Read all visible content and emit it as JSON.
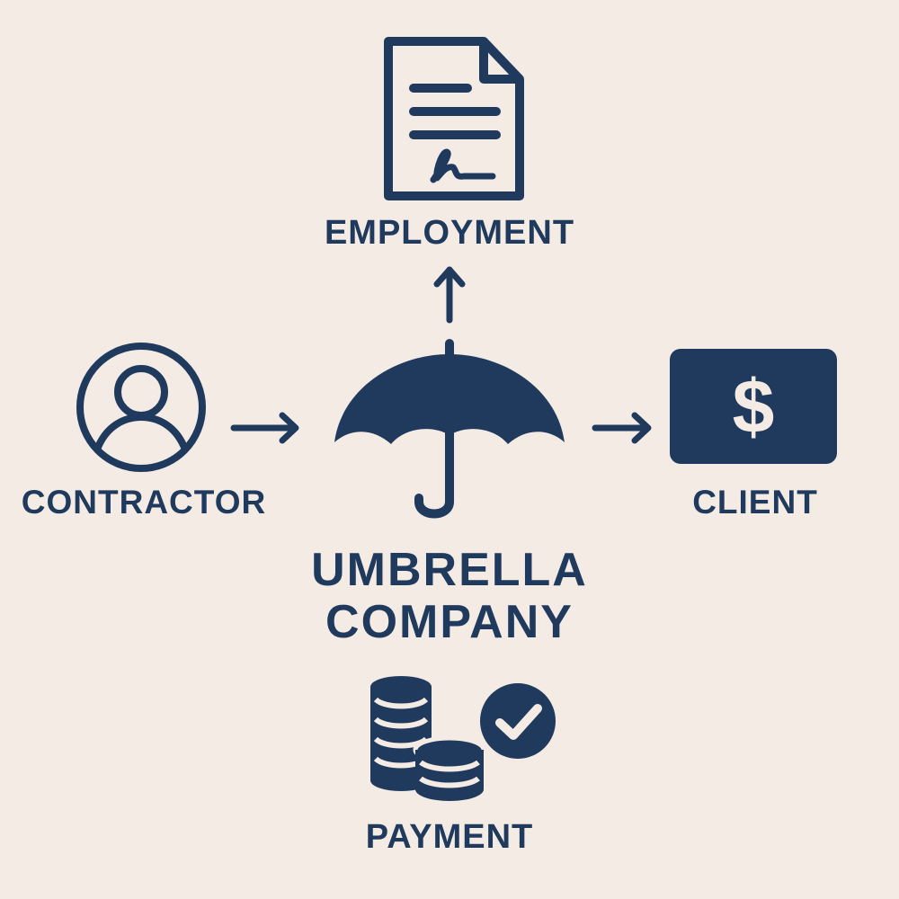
{
  "diagram": {
    "title": "Umbrella Company",
    "nodes": {
      "employment": {
        "label": "EMPLOYMENT",
        "icon": "contract-document-icon"
      },
      "contractor": {
        "label": "CONTRACTOR",
        "icon": "user-circle-icon"
      },
      "umbrella": {
        "label_line1": "UMBRELLA",
        "label_line2": "COMPANY",
        "icon": "umbrella-icon"
      },
      "client": {
        "label": "CLIENT",
        "icon": "dollar-card-icon",
        "symbol": "$"
      },
      "payment": {
        "label": "PAYMENT",
        "icon": "coins-check-icon"
      }
    },
    "edges": [
      {
        "from": "contractor",
        "to": "umbrella",
        "direction": "right"
      },
      {
        "from": "umbrella",
        "to": "employment",
        "direction": "up"
      },
      {
        "from": "umbrella",
        "to": "client",
        "direction": "right"
      }
    ],
    "colors": {
      "background": "#f3ebe4",
      "primary": "#1f3a5c"
    }
  }
}
